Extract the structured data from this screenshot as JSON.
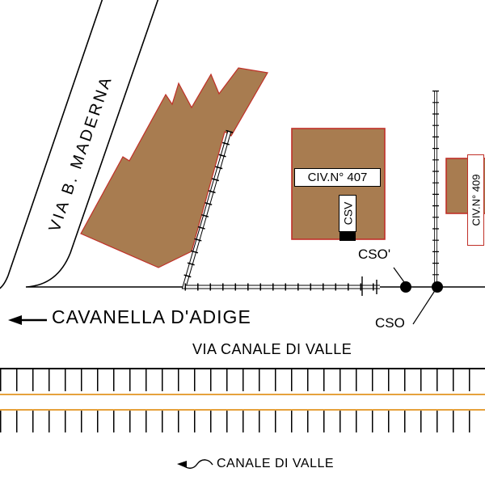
{
  "colors": {
    "background": "#FFFFFF",
    "ink": "#000000",
    "building_fill": "#A87C50",
    "building_stroke": "#C03028",
    "canal_line": "#E6A23C"
  },
  "labels": {
    "via_maderna": "VIA B. MADERNA",
    "cavanella": "CAVANELLA D'ADIGE",
    "via_canale_di_valle": "VIA CANALE DI VALLE",
    "canale_di_valle": "CANALE DI VALLE",
    "civ_407": "CIV.N° 407",
    "civ_409": "CIV.N° 409",
    "csv": "CSV",
    "cso_prime": "CSO'",
    "cso": "CSO"
  }
}
